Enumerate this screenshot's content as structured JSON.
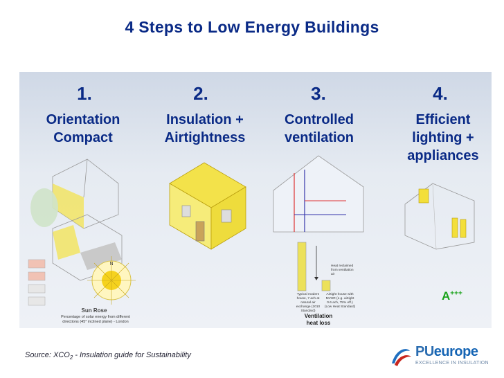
{
  "title": "4 Steps to Low Energy Buildings",
  "steps": [
    {
      "number": "1.",
      "heading_line1": "Orientation",
      "heading_line2": "Compact"
    },
    {
      "number": "2.",
      "heading_line1": "Insulation +",
      "heading_line2": "Airtightness"
    },
    {
      "number": "3.",
      "heading_line1": "Controlled",
      "heading_line2": "ventilation"
    },
    {
      "number": "4.",
      "heading_line1": "Efficient",
      "heading_line2": "lighting +",
      "heading_line3": "appliances"
    }
  ],
  "step1": {
    "sun_rose_title": "Sun Rose",
    "sun_rose_caption_line1": "Percentage of solar energy from different",
    "sun_rose_caption_line2": "directions (45° inclined plane) - London",
    "compass_label": "N"
  },
  "step3": {
    "ventilation_caption_line1": "Ventilation",
    "ventilation_caption_line2": "heat loss",
    "bar_label_left": "Typical modern house, 7 ach at natural air exchange (2010 Standard)",
    "bar_label_right": "Airtight house with MVHR (e.g. airtight 0.6 ach, 75% eff.) (Low Heat Standard)",
    "annotation": "Heat reclaimed from ventilation air"
  },
  "step4": {
    "rating_letter": "A",
    "rating_plus": "+++"
  },
  "source": {
    "prefix": "Source: XCO",
    "subscript": "2",
    "suffix": " - Insulation guide for Sustainability"
  },
  "logo": {
    "brand_prefix": "PU",
    "brand_suffix": "europe",
    "tagline": "EXCELLENCE IN INSULATION"
  }
}
